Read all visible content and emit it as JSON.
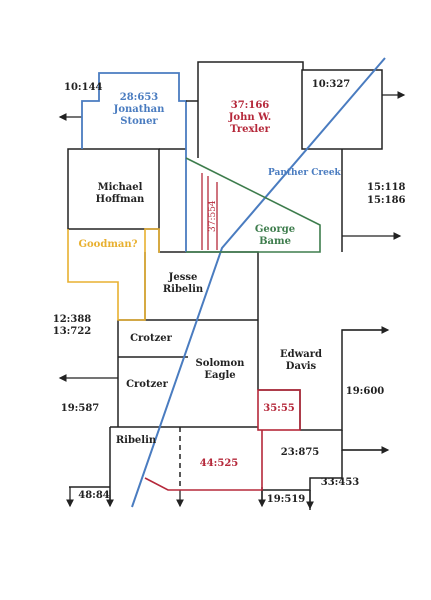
{
  "colors": {
    "black": "#222222",
    "blue": "#4a7cc0",
    "red": "#b5283a",
    "green": "#3e7d4d",
    "orange": "#e8b030",
    "paper": "#ffffff"
  },
  "labels": {
    "stoner_ref": "28:653",
    "stoner_first": "Jonathan",
    "stoner_last": "Stoner",
    "trexler_ref": "37:166",
    "trexler_first": "John W.",
    "trexler_last": "Trexler",
    "ref_10_327": "10:327",
    "ref_10_144": "10:144",
    "panther_creek": "Panther Creek",
    "hoffman_first": "Michael",
    "hoffman_last": "Hoffman",
    "ref_37_554": "37:554",
    "bame_first": "George",
    "bame_last": "Bame",
    "ref_15_118": "15:118",
    "ref_15_186": "15:186",
    "goodman": "Goodman?",
    "jesse": "Jesse",
    "ribelin_jesse": "Ribelin",
    "ref_12_388": "12:388",
    "ref_13_722": "13:722",
    "crotzer_upper": "Crotzer",
    "crotzer_lower": "Crotzer",
    "solomon": "Solomon",
    "eagle": "Eagle",
    "edward": "Edward",
    "davis": "Davis",
    "ref_19_587": "19:587",
    "ref_19_600": "19:600",
    "ref_35_55": "35:55",
    "ribelin_lower": "Ribelin",
    "ref_44_525": "44:525",
    "ref_23_875": "23:875",
    "ref_33_453": "33:453",
    "ref_48_84": "48:84",
    "ref_19_519": "19:519"
  }
}
